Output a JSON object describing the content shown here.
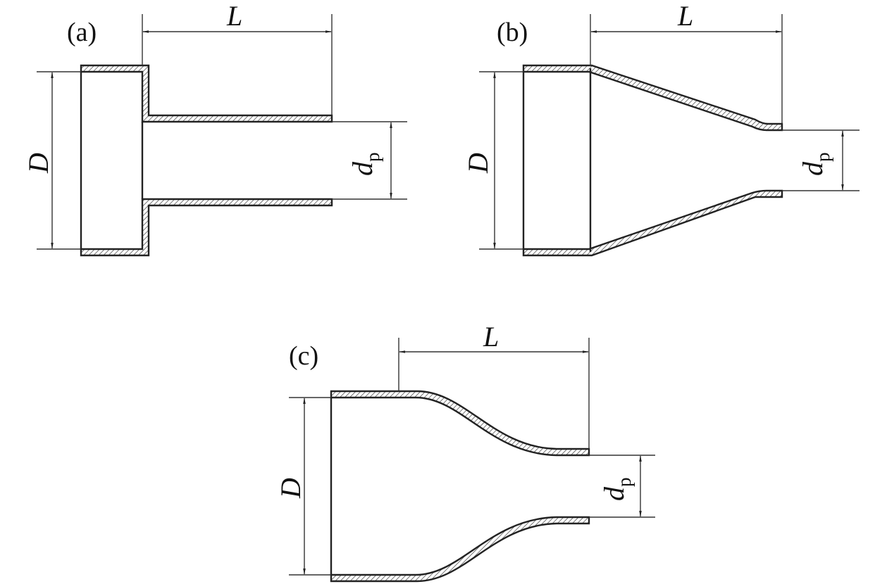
{
  "panels": [
    {
      "id": "a",
      "label": "(a)",
      "length_label": "L",
      "outer_diameter_label": "D",
      "pipe_diameter_symbol": "d",
      "pipe_diameter_subscript": "p"
    },
    {
      "id": "b",
      "label": "(b)",
      "length_label": "L",
      "outer_diameter_label": "D",
      "pipe_diameter_symbol": "d",
      "pipe_diameter_subscript": "p"
    },
    {
      "id": "c",
      "label": "(c)",
      "length_label": "L",
      "outer_diameter_label": "D",
      "pipe_diameter_symbol": "d",
      "pipe_diameter_subscript": "p"
    }
  ],
  "colors": {
    "line": "#222222",
    "background": "#ffffff"
  }
}
